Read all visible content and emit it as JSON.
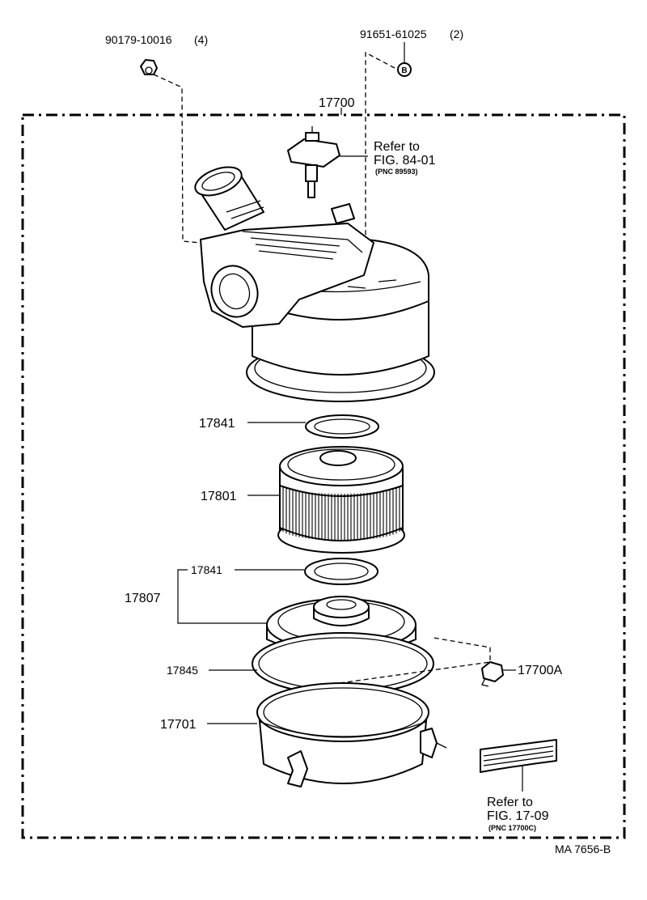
{
  "diagram": {
    "drawing_code": "MA 7656-B",
    "assembly": {
      "part_no": "17700"
    },
    "parts": [
      {
        "id": "bolt",
        "part_no": "90179-10016",
        "qty": "(4)"
      },
      {
        "id": "clip-b",
        "part_no": "91651-61025",
        "qty": "(2)",
        "marker": "B"
      },
      {
        "id": "gasket-upper",
        "part_no": "17841"
      },
      {
        "id": "filter-element",
        "part_no": "17801"
      },
      {
        "id": "gasket-lower",
        "part_no": "17841"
      },
      {
        "id": "cover-sub-assy",
        "part_no": "17807"
      },
      {
        "id": "seal-ring",
        "part_no": "17845"
      },
      {
        "id": "clamp",
        "part_no": "17700A"
      },
      {
        "id": "case",
        "part_no": "17701"
      }
    ],
    "references": [
      {
        "id": "ref-sensor",
        "line1": "Refer to",
        "line2": "FIG. 84-01",
        "line3": "(PNC 89593)"
      },
      {
        "id": "ref-label",
        "line1": "Refer to",
        "line2": "FIG. 17-09",
        "line3": "(PNC 17700C)"
      }
    ]
  }
}
